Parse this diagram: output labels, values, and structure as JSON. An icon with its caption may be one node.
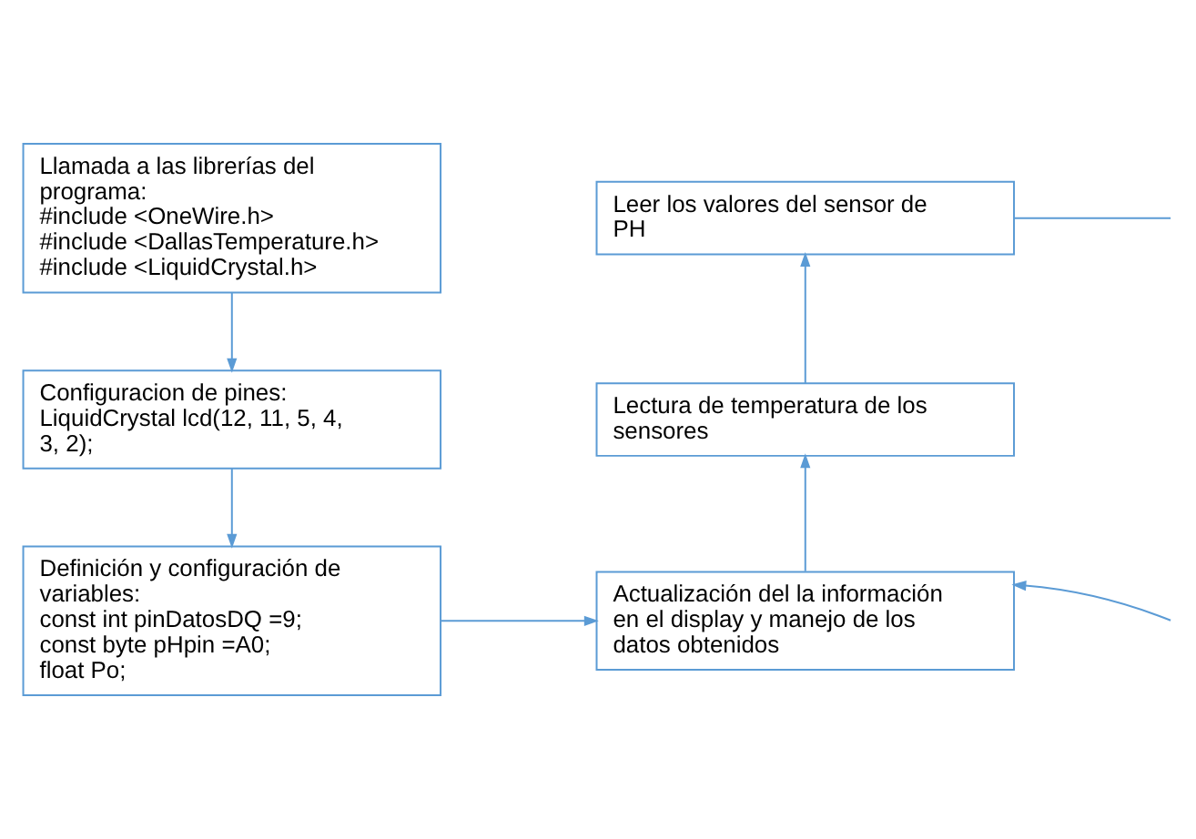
{
  "diagram": {
    "nodes": [
      {
        "text": [
          "Llamada a las librerías del programa:",
          "#include <OneWire.h>",
          "#include <DallasTemperature.h>",
          "#include <LiquidCrystal.h>"
        ]
      },
      {
        "text": [
          "Configuracion de pines:",
          "LiquidCrystal lcd(12, 11, 5, 4, 3, 2);"
        ]
      },
      {
        "text": [
          "Definición y configuración de variables:",
          "const int pinDatosDQ =9;",
          "const byte pHpin =A0;",
          "float Po;"
        ]
      },
      {
        "text": [
          "Leer los valores del sensor de PH"
        ]
      },
      {
        "text": [
          "Lectura de temperatura de los sensores"
        ]
      },
      {
        "text": [
          "Actualización del la información en el display y manejo de los datos obtenidos"
        ]
      }
    ],
    "edges": [
      {
        "from": 0,
        "to": 1,
        "arrow": "to"
      },
      {
        "from": 1,
        "to": 2,
        "arrow": "to"
      },
      {
        "from": 2,
        "to": 5,
        "arrow": "to"
      },
      {
        "from": 5,
        "to": 4,
        "arrow": "to"
      },
      {
        "from": 4,
        "to": 3,
        "arrow": "to"
      },
      {
        "from": 3,
        "to": null,
        "arrow": "none"
      },
      {
        "from": null,
        "to": 5,
        "arrow": "to"
      }
    ]
  }
}
